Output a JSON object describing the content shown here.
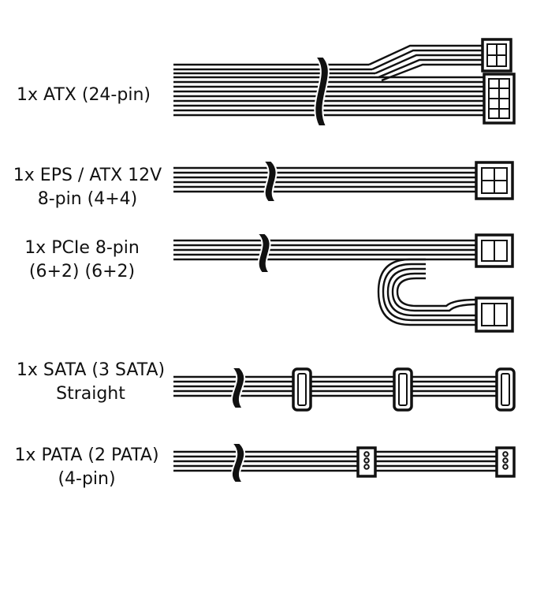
{
  "cables": [
    {
      "id": "atx",
      "lines": [
        "1x ATX (24-pin)"
      ]
    },
    {
      "id": "eps",
      "lines": [
        "1x EPS / ATX 12V",
        "8-pin (4+4)"
      ]
    },
    {
      "id": "pcie",
      "lines": [
        "1x PCIe 8-pin",
        "(6+2) (6+2)"
      ]
    },
    {
      "id": "sata",
      "lines": [
        "1x SATA (3 SATA)",
        "Straight"
      ]
    },
    {
      "id": "pata",
      "lines": [
        "1x PATA (2 PATA)",
        "(4-pin)"
      ]
    }
  ],
  "colors": {
    "ink": "#111111",
    "paper": "#ffffff"
  }
}
